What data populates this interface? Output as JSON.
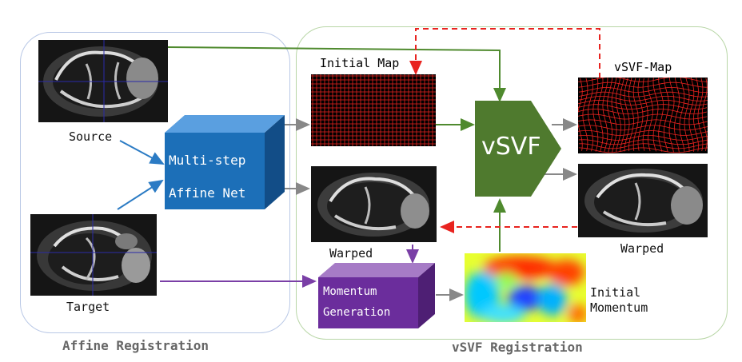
{
  "groups": {
    "affine_title": "Affine Registration",
    "vsvf_title": "vSVF Registration"
  },
  "labels": {
    "source": "Source",
    "target": "Target",
    "initial_map": "Initial Map",
    "vsvf_map": "vSVF-Map",
    "warped_left": "Warped",
    "warped_right": "Warped",
    "initial_momentum_line1": "Initial",
    "initial_momentum_line2": "Momentum"
  },
  "boxes": {
    "affine_line1": "Multi-step",
    "affine_line2": "Affine Net",
    "momentum_line1": "Momentum",
    "momentum_line2": "Generation",
    "vsvf": "vSVF"
  },
  "colors": {
    "affine_blue": "#1c6fb8",
    "momentum_purple": "#6b2d9c",
    "vsvf_green": "#4f7a2e",
    "arrow_gray": "#888888",
    "arrow_red": "#e8231f",
    "arrow_green": "#4f8a2e",
    "arrow_purple": "#7a3fa6",
    "arrow_blue": "#2b7bc4"
  }
}
